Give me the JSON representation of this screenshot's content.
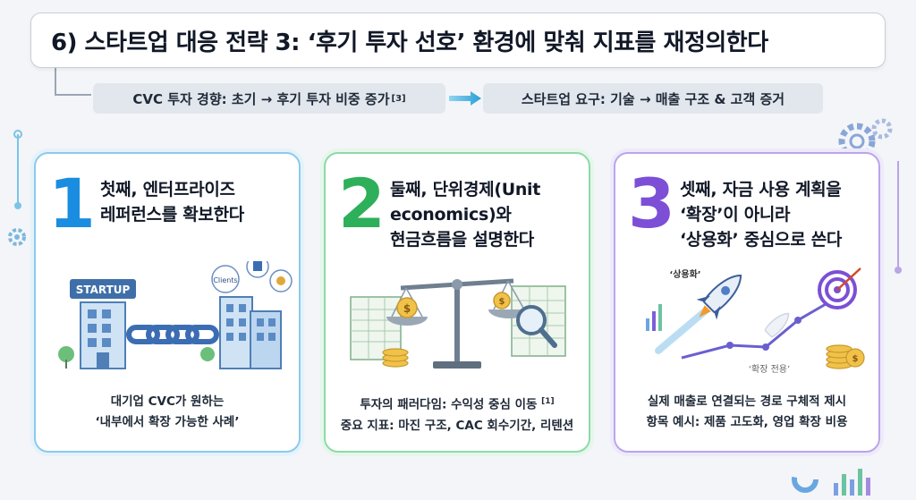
{
  "title": "6) 스타트업 대응 전략 3: ‘후기 투자 선호’ 환경에 맞춰 지표를 재정의한다",
  "flow": {
    "trend": "CVC 투자 경향: 초기 → 후기 투자 비중 증가",
    "trend_ref": "[3]",
    "requirement": "스타트업 요구: 기술 → 매출 구조 & 고객 증거"
  },
  "cards": [
    {
      "number": "1",
      "heading": "첫째, 엔터프라이즈\n레퍼런스를 확보한다",
      "illustration": {
        "startup_label": "STARTUP",
        "clients_label": "Clients"
      },
      "caption_line1": "대기업 CVC가 원하는",
      "caption_line2": "‘내부에서 확장 가능한 사례’"
    },
    {
      "number": "2",
      "heading": "둘째, 단위경제(Unit\neconomics)와\n현금흐름을 설명한다",
      "caption_line1": "투자의 패러다임: 수익성 중심 이동",
      "caption_ref": "[1]",
      "caption_line2": "중요 지표: 마진 구조, CAC 회수기간, 리텐션"
    },
    {
      "number": "3",
      "heading": "셋째, 자금 사용 계획을\n‘확장’이 아니라\n‘상용화’ 중심으로 쓴다",
      "illustration": {
        "commercial_label": "‘상용화’",
        "expansion_label": "‘확장 전용’"
      },
      "caption_line1": "실제 매출로 연결되는 경로 구체적 제시",
      "caption_line2": "항목 예시: 제품 고도화, 영업 확장 비용"
    }
  ],
  "colors": {
    "blue": "#1a8de0",
    "green": "#2eaf5a",
    "purple": "#7c4fd6"
  }
}
